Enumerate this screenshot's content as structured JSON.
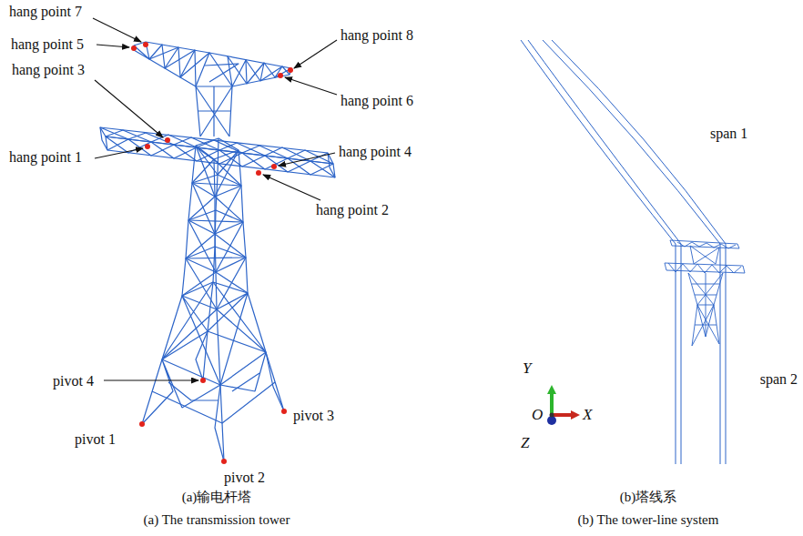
{
  "diagram": {
    "labels": [
      "hang point 7",
      "hang point 5",
      "hang point 3",
      "hang point 1",
      "hang point 8",
      "hang point 6",
      "hang point 4",
      "hang point 2",
      "pivot 4",
      "pivot 1",
      "pivot 3",
      "pivot 2",
      "span 1",
      "span 2",
      "Y",
      "O",
      "X",
      "Z",
      "(a)输电杆塔",
      "(a) The transmission tower",
      "(b)塔线系",
      "(b) The tower-line system"
    ]
  }
}
